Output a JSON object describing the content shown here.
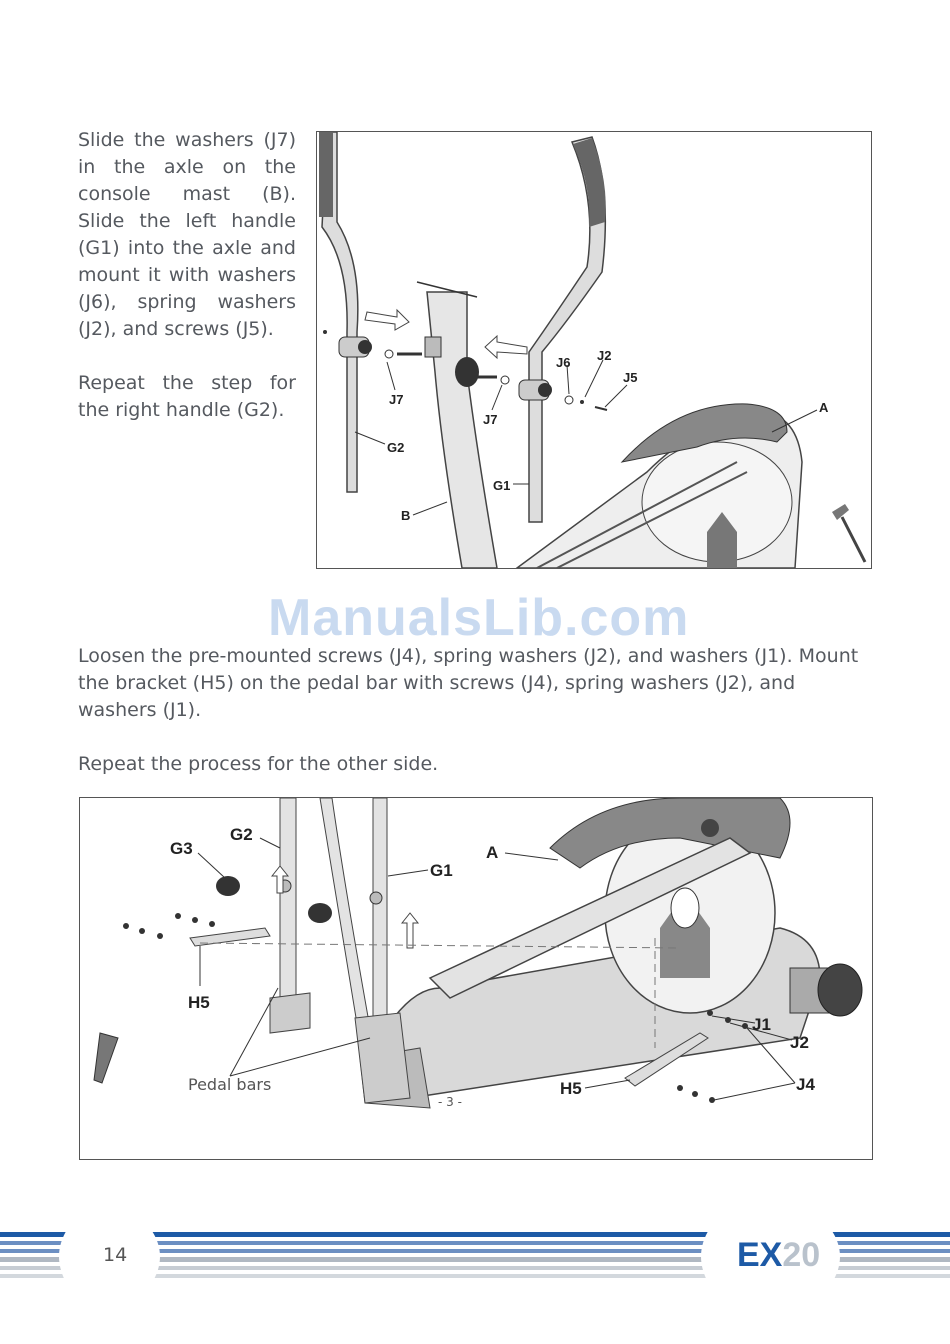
{
  "step1": {
    "paragraphs": [
      "Slide the washers (J7) in the axle on the console mast (B). Slide the left handle (G1) into the axle and mount it with washers (J6), spring washers (J2), and screws (J5).",
      "Repeat the step for the right handle (G2)."
    ]
  },
  "step2": {
    "paragraphs": [
      "Loosen the pre-mounted screws (J4), spring washers (J2), and washers (J1). Mount the bracket (H5) on the pedal bar with screws (J4), spring washers (J2), and washers (J1).",
      "Repeat the process for the other side."
    ]
  },
  "watermark": "ManualsLib.com",
  "figure1": {
    "labels": {
      "j7a": "J7",
      "j7b": "J7",
      "j6": "J6",
      "j2": "J2",
      "j5": "J5",
      "a": "A",
      "g2": "G2",
      "g1": "G1",
      "b": "B"
    }
  },
  "figure2": {
    "labels": {
      "g3": "G3",
      "g2": "G2",
      "g1": "G1",
      "a": "A",
      "h5a": "H5",
      "h5b": "H5",
      "j1": "J1",
      "j2": "J2",
      "j4": "J4",
      "pedal": "Pedal bars",
      "page": "- 3 -"
    }
  },
  "footer": {
    "page_number": "14",
    "brand_a": "EX",
    "brand_b": "20"
  },
  "colors": {
    "brand_blue": "#1d5aa6",
    "brand_gray": "#b9c2cc"
  }
}
